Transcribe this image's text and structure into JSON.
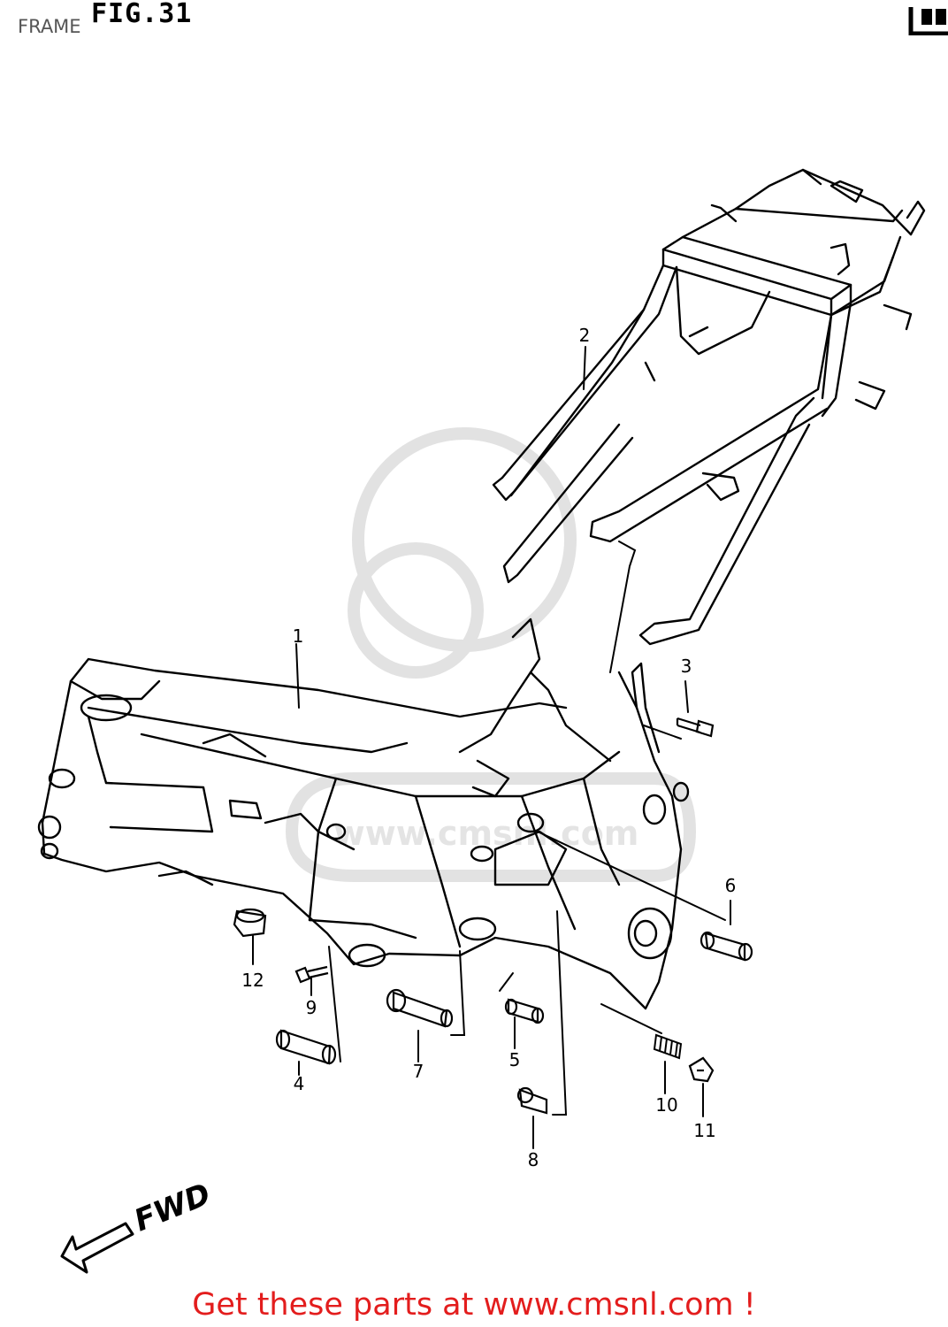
{
  "header": {
    "caption": "FRAME",
    "figure": "FIG.31"
  },
  "diagram": {
    "callouts": [
      "1",
      "2",
      "3",
      "4",
      "5",
      "6",
      "7",
      "8",
      "9",
      "10",
      "11",
      "12"
    ],
    "direction_label": "FWD"
  },
  "watermark": {
    "text": "www.cmsnl.com"
  },
  "footer": {
    "text": "Get these parts at www.cmsnl.com !"
  }
}
